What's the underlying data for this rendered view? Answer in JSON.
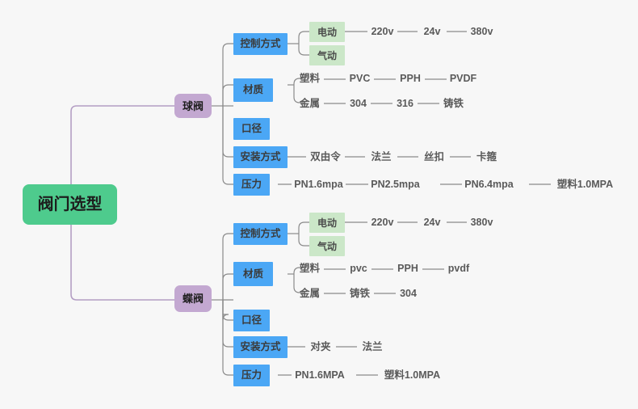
{
  "title": "阀门选型",
  "background_color": "#f7f7f7",
  "colors": {
    "root": "#4ECB8D",
    "level1": "#C3A8D1",
    "level2": "#4BA7F5",
    "level3_green": "#CBE7C8",
    "link_root": "#b49ec4",
    "link": "#8a8a8a",
    "text": "#5a5a5a"
  },
  "nodes": {
    "root": {
      "label": "阀门选型"
    },
    "ball_valve": {
      "label": "球阀"
    },
    "butterfly_valve": {
      "label": "蝶阀"
    },
    "ball": {
      "control_method": {
        "label": "控制方式"
      },
      "electric": {
        "label": "电动"
      },
      "pneumatic": {
        "label": "气动"
      },
      "volt_220": {
        "label": "220v"
      },
      "volt_24": {
        "label": "24v"
      },
      "volt_380": {
        "label": "380v"
      },
      "material": {
        "label": "材质"
      },
      "plastic": {
        "label": "塑料"
      },
      "plastic_1": {
        "label": "PVC"
      },
      "plastic_2": {
        "label": "PPH"
      },
      "plastic_3": {
        "label": "PVDF"
      },
      "metal": {
        "label": "金属"
      },
      "metal_1": {
        "label": "304"
      },
      "metal_2": {
        "label": "316"
      },
      "metal_3": {
        "label": "铸铁"
      },
      "caliber": {
        "label": "口径"
      },
      "install_method": {
        "label": "安装方式"
      },
      "install_1": {
        "label": "双由令"
      },
      "install_2": {
        "label": "法兰"
      },
      "install_3": {
        "label": "丝扣"
      },
      "install_4": {
        "label": "卡箍"
      },
      "pressure": {
        "label": "压力"
      },
      "pressure_1": {
        "label": "PN1.6mpa"
      },
      "pressure_2": {
        "label": "PN2.5mpa"
      },
      "pressure_3": {
        "label": "PN6.4mpa"
      },
      "pressure_4": {
        "label": "塑料1.0MPA"
      }
    },
    "butterfly": {
      "control_method": {
        "label": "控制方式"
      },
      "electric": {
        "label": "电动"
      },
      "pneumatic": {
        "label": "气动"
      },
      "volt_220": {
        "label": "220v"
      },
      "volt_24": {
        "label": "24v"
      },
      "volt_380": {
        "label": "380v"
      },
      "material": {
        "label": "材质"
      },
      "plastic": {
        "label": "塑料"
      },
      "plastic_1": {
        "label": "pvc"
      },
      "plastic_2": {
        "label": "PPH"
      },
      "plastic_3": {
        "label": "pvdf"
      },
      "metal": {
        "label": "金属"
      },
      "metal_1": {
        "label": "铸铁"
      },
      "metal_2": {
        "label": "304"
      },
      "caliber": {
        "label": "口径"
      },
      "install_method": {
        "label": "安装方式"
      },
      "install_1": {
        "label": "对夹"
      },
      "install_2": {
        "label": "法兰"
      },
      "pressure": {
        "label": "压力"
      },
      "pressure_1": {
        "label": "PN1.6MPA"
      },
      "pressure_2": {
        "label": "塑料1.0MPA"
      }
    }
  }
}
